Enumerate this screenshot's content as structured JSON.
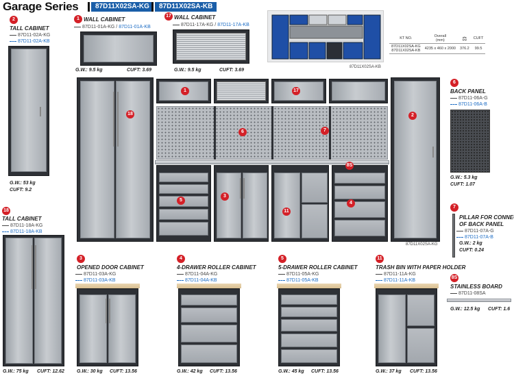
{
  "header": {
    "title": "Garage Series",
    "model_kg": "87D11X02SA-KG",
    "model_kb": "87D11X02SA-KB"
  },
  "colors": {
    "accent_blue": "#1a5ea8",
    "badge_red": "#d42027",
    "cabinet_dark": "#2e3136"
  },
  "spec_table": {
    "headers": [
      "KT NO.",
      "Overall\n(mm)",
      "gross-weight-icon",
      "CUFT"
    ],
    "overall_label": "Overall",
    "overall_unit": "(mm)",
    "rows": [
      [
        "87D11X02SA-KG",
        "87D11X02SA-KB"
      ]
    ],
    "dims": "4235 x 460 x 2000",
    "weight": "376.2",
    "cuft": "99.5"
  },
  "preview_caption": "87D11X02SA-KB",
  "main_caption": "87D11X02SA-KG",
  "items": {
    "tall2": {
      "badge": "2",
      "name": "TALL CABINET",
      "kg": "87D11-02A-KG",
      "kb": "87D11-02A-KB",
      "gw": "G.W.: 53 kg",
      "cuft": "CUFT: 9.2"
    },
    "wall1": {
      "badge": "1",
      "name": "WALL CABINET",
      "codes": "87D11-01A-KG / ",
      "codes_blue": "87D11-01A-KB",
      "gw": "G.W.: 9.5 kg",
      "cuft": "CUFT: 3.69"
    },
    "wall17": {
      "badge": "17",
      "name": "WALL CABINET",
      "codes": "87D11-17A-KG / ",
      "codes_blue": "87D11-17A-KB",
      "gw": "G.W.: 9.5 kg",
      "cuft": "CUFT: 3.69"
    },
    "back6": {
      "badge": "6",
      "name": "BACK PANEL",
      "kg": "87D11-06A-G",
      "kb": "87D11-06A-B",
      "gw": "G.W.: 5.3 kg",
      "cuft": "CUFT: 1.07"
    },
    "pillar7": {
      "badge": "7",
      "name1": "PILLAR FOR CONNECTION",
      "name2": "OF BACK PANEL",
      "kg": "87D11-07A-G",
      "kb": "87D11-07A-B",
      "gw": "G.W.: 2 kg",
      "cuft": "CUFT: 0.24"
    },
    "tall18": {
      "badge": "18",
      "name": "TALL CABINET",
      "kg": "87D11-18A-KG",
      "kb": "87D11-18A-KB",
      "gw": "G.W.: 75 kg",
      "cuft": "CUFT: 12.62"
    },
    "open3": {
      "badge": "3",
      "name": "OPENED DOOR CABINET",
      "kg": "87D11-03A-KG",
      "kb": "87D11-03A-KB",
      "gw": "G.W.: 30 kg",
      "cuft": "CUFT: 13.56"
    },
    "roll4": {
      "badge": "4",
      "name": "4-DRAWER ROLLER CABINET",
      "kg": "87D11-04A-KG",
      "kb": "87D11-04A-KB",
      "gw": "G.W.: 42 kg",
      "cuft": "CUFT: 13.56"
    },
    "roll5": {
      "badge": "5",
      "name": "5-DRAWER ROLLER CABINET",
      "kg": "87D11-05A-KG",
      "kb": "87D11-05A-KB",
      "gw": "G.W.: 45 kg",
      "cuft": "CUFT: 13.56"
    },
    "trash11": {
      "badge": "11",
      "name": "TRASH BIN WITH PAPER HOLDER",
      "kg": "87D11-11A-KG",
      "kb": "87D11-11A-KB",
      "gw": "G.W.: 37 kg",
      "cuft": "CUFT: 13.56"
    },
    "steel8s": {
      "badge": "8S",
      "name": "STAINLESS BOARD",
      "kg": "87D11-08SA",
      "gw": "G.W.: 12.5 kg",
      "cuft": "CUFT: 1.6"
    }
  },
  "main_badges": {
    "b1": "1",
    "b17": "17",
    "b18": "18",
    "b6": "6",
    "b7": "7",
    "b2": "2",
    "b8s": "8S",
    "b3": "3",
    "b5": "5",
    "b11": "11",
    "b4": "4"
  }
}
